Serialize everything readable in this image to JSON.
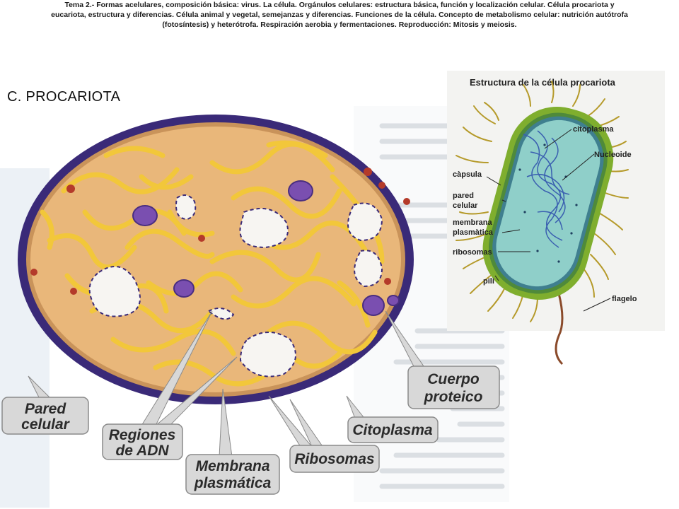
{
  "header": {
    "line1": "Tema 2.- Formas acelulares, composición básica: virus. La célula. Orgánulos celulares: estructura básica, función y localización celular. Célula procariota y",
    "line2": "eucariota, estructura y diferencias. Célula animal y vegetal, semejanzas y diferencias. Funciones de la célula. Concepto de metabolismo celular: nutrición autótrofa",
    "line3": "(fotosíntesis) y heterótrofa. Respiración aerobia y fermentaciones. Reproducción: Mitosis y meiosis."
  },
  "slide_title": "C. PROCARIOTA",
  "diagram_left": {
    "callouts": {
      "pared_1": "Pared",
      "pared_2": "celular",
      "regiones_1": "Regiones",
      "regiones_2": "de ADN",
      "membrana_1": "Membrana",
      "membrana_2": "plasmática",
      "ribosomas": "Ribosomas",
      "citoplasma": "Citoplasma",
      "cuerpo_1": "Cuerpo",
      "cuerpo_2": "proteico"
    },
    "colors": {
      "wall": "#3a2a78",
      "cytoplasm": "#e9b77a",
      "dna_fibers": "#f2c73a",
      "protein_bodies": "#7a4fb0",
      "ribosomes": "#b43a2a",
      "callout_fill": "#d8d8d8"
    }
  },
  "diagram_right": {
    "title": "Estructura de la célula procariota",
    "labels": {
      "citoplasma": "citoplasma",
      "nucleoide": "Nucleoide",
      "capsula": "càpsula",
      "pared_1": "pared",
      "pared_2": "celular",
      "membrana_1": "membrana",
      "membrana_2": "plasmàtica",
      "ribosomas": "ribosomas",
      "pili": "pili",
      "flagelo": "flagelo"
    },
    "colors": {
      "capsule": "#7fae2e",
      "cell_body": "#8fcfc9",
      "dna": "#3a5fb0",
      "pili": "#b59a2a",
      "flagellum": "#8a4a2a"
    }
  }
}
